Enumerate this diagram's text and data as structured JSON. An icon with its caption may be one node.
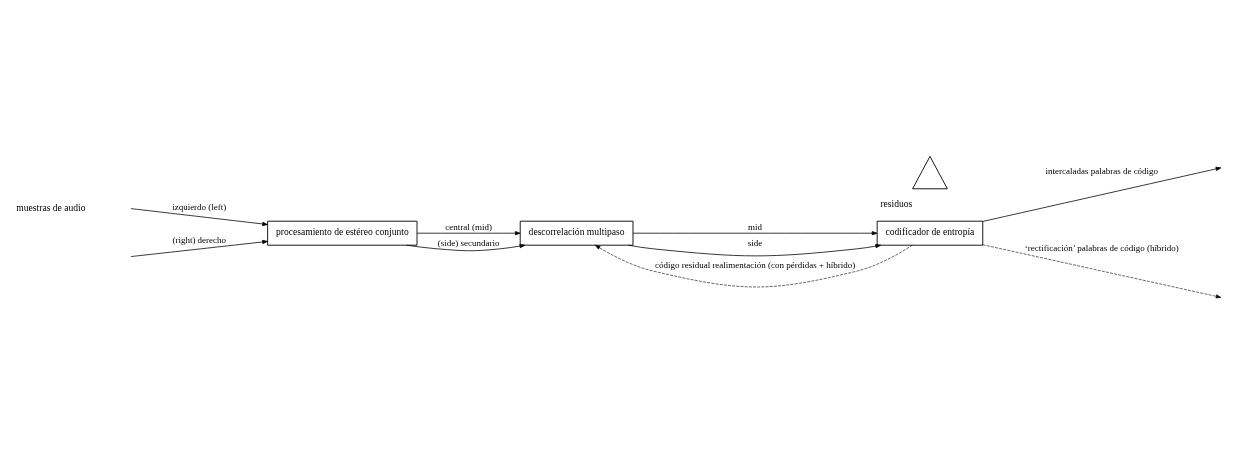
{
  "diagram": {
    "nodes": [
      {
        "text": [
          "procesamiento de estéreo conjunto"
        ]
      },
      {
        "text": [
          "descorrelación multipaso"
        ]
      },
      {
        "text": [
          "codificador de entropía"
        ]
      },
      {
        "text": [],
        "shape": "picture",
        "beside": [
          "residuos"
        ]
      }
    ],
    "edges": [
      {
        "from": null,
        "to": 0,
        "arrow": "to",
        "label": "izquierdo (left)"
      },
      {
        "from": null,
        "to": 0,
        "arrow": "to",
        "label": "(right) derecho"
      },
      {
        "from": 0,
        "to": 1,
        "arrow": "to",
        "label": "central (mid)"
      },
      {
        "from": 0,
        "to": 1,
        "arrow": "to",
        "label": "(side) secundario"
      },
      {
        "from": 1,
        "to": 2,
        "arrow": "to",
        "label": "mid"
      },
      {
        "from": 1,
        "to": 2,
        "arrow": "to",
        "label": "side"
      },
      {
        "from": 2,
        "to": 1,
        "arrow": "to",
        "style": "dashed",
        "label": "código residual realimentación (con pérdidas + híbrido)"
      },
      {
        "from": 2,
        "to": null,
        "arrow": "to",
        "label": "intercaladas palabras de código"
      },
      {
        "from": 2,
        "to": null,
        "arrow": "to",
        "style": "dashed",
        "label": "‘rectificación’ palabras de código (híbrido)"
      }
    ],
    "labels": [
      "muestras de audio"
    ]
  }
}
